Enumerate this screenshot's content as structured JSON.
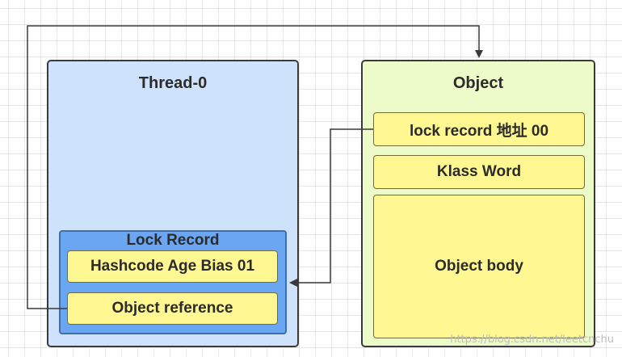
{
  "thread": {
    "title": "Thread-0",
    "lock_record": {
      "title": "Lock Record",
      "fields": [
        "Hashcode Age Bias 01",
        "Object reference"
      ]
    }
  },
  "object": {
    "title": "Object",
    "fields": [
      "lock  record 地址 00",
      "Klass Word",
      "Object body"
    ]
  },
  "watermark": "https://blog.csdn.net/leetcnchu",
  "colors": {
    "thread_bg": "#cfe2fc",
    "lock_record_bg": "#6aa6f2",
    "object_bg": "#ecfbc8",
    "field_bg": "#fff892",
    "line": "#3a3a3a"
  }
}
